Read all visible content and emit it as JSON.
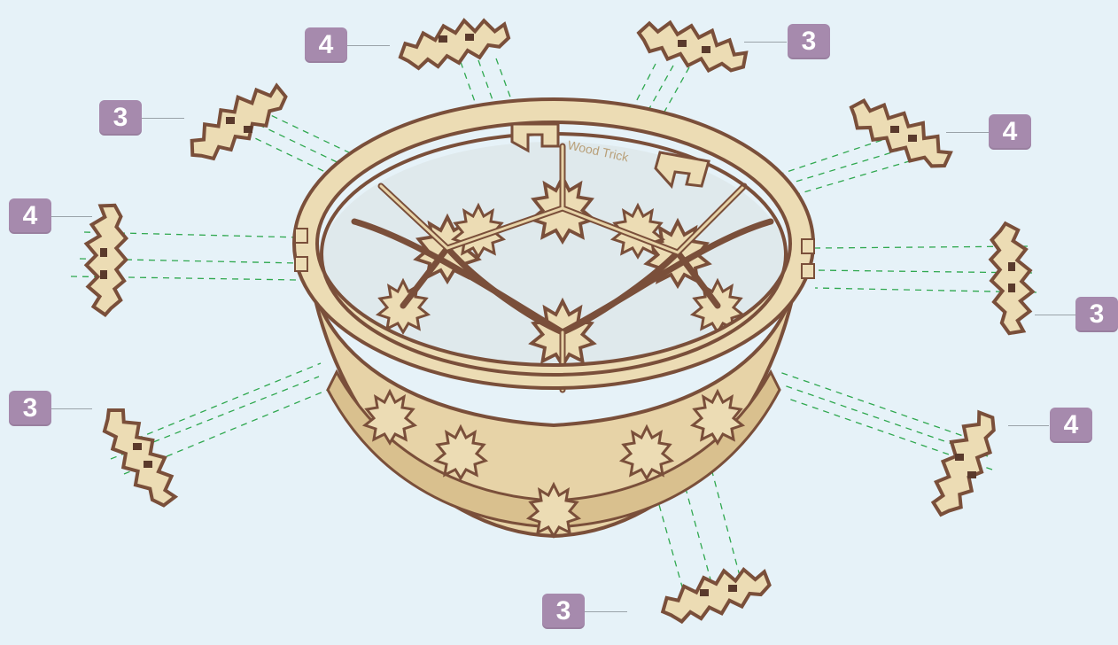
{
  "brand_engraving": "Wood Trick",
  "colors": {
    "background": "#e6f2f8",
    "badge": "#a68aad",
    "badge_text": "#ffffff",
    "plywood_face": "#ecdcb4",
    "plywood_edge": "#7a4f3a",
    "guide_line": "#2fa84f"
  },
  "callouts": [
    {
      "label": "4"
    },
    {
      "label": "3"
    },
    {
      "label": "3"
    },
    {
      "label": "4"
    },
    {
      "label": "4"
    },
    {
      "label": "3"
    },
    {
      "label": "3"
    },
    {
      "label": "4"
    },
    {
      "label": "3"
    }
  ]
}
